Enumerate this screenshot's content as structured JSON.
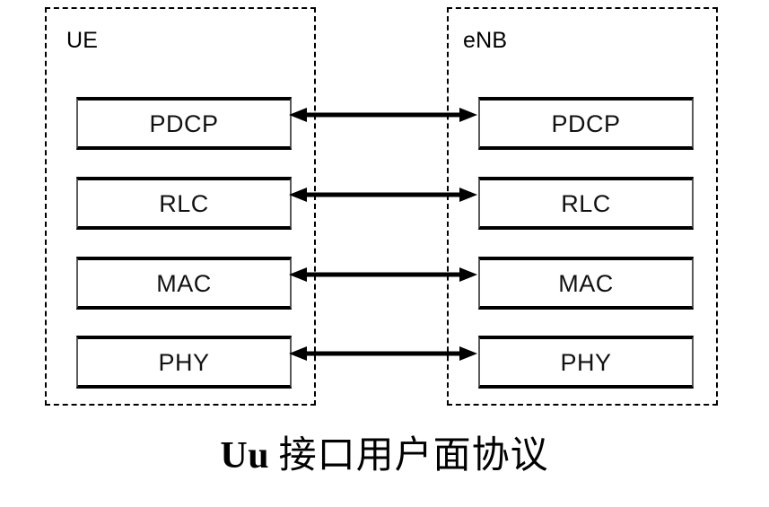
{
  "figure": {
    "caption_latin": "Uu",
    "caption_cjk": "接口用户面协议",
    "caption_full": "Uu 接口用户面协议",
    "stroke_color": "#000000",
    "background_color": "#ffffff",
    "box_border_color": "#5a5a5a"
  },
  "nodes": [
    {
      "id": "ue",
      "title": "UE",
      "layers": [
        {
          "label": "PDCP"
        },
        {
          "label": "RLC"
        },
        {
          "label": "MAC"
        },
        {
          "label": "PHY"
        }
      ]
    },
    {
      "id": "enb",
      "title": "eNB",
      "layers": [
        {
          "label": "PDCP"
        },
        {
          "label": "RLC"
        },
        {
          "label": "MAC"
        },
        {
          "label": "PHY"
        }
      ]
    }
  ],
  "connectors": [
    {
      "from": "ue.PDCP",
      "to": "enb.PDCP",
      "direction": "bidirectional"
    },
    {
      "from": "ue.RLC",
      "to": "enb.RLC",
      "direction": "bidirectional"
    },
    {
      "from": "ue.MAC",
      "to": "enb.MAC",
      "direction": "bidirectional"
    },
    {
      "from": "ue.PHY",
      "to": "enb.PHY",
      "direction": "bidirectional"
    }
  ]
}
